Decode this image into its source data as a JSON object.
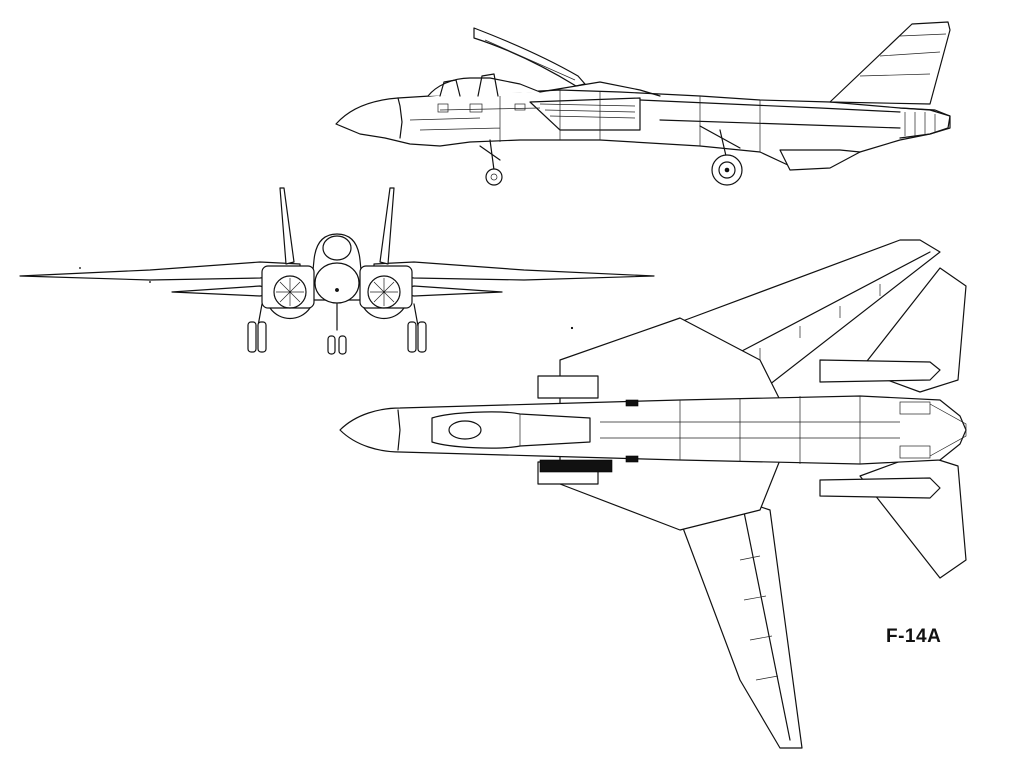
{
  "designation": "F-14A",
  "views": [
    {
      "id": "side-view"
    },
    {
      "id": "front-view"
    },
    {
      "id": "top-view"
    }
  ],
  "colors": {
    "ink": "#111111",
    "background": "#ffffff"
  }
}
